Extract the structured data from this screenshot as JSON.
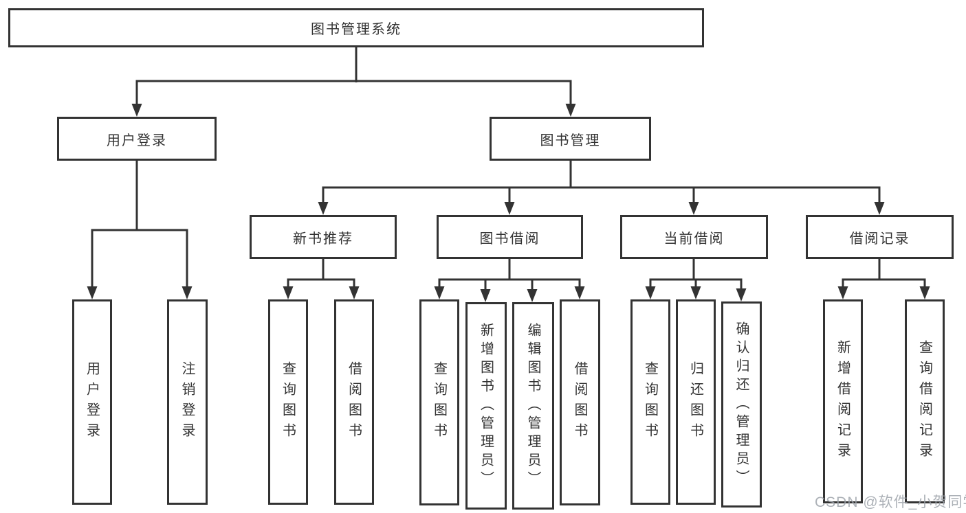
{
  "tree": {
    "root": "图书管理系统",
    "branches": [
      {
        "label": "用户登录",
        "children": [
          "用户登录",
          "注销登录"
        ]
      },
      {
        "label": "图书管理",
        "children": [
          {
            "label": "新书推荐",
            "children": [
              "查询图书",
              "借阅图书"
            ]
          },
          {
            "label": "图书借阅",
            "children": [
              "查询图书",
              "新增图书（管理员）",
              "编辑图书（管理员）",
              "借阅图书"
            ]
          },
          {
            "label": "当前借阅",
            "children": [
              "查询图书",
              "归还图书",
              "确认归还（管理员）"
            ]
          },
          {
            "label": "借阅记录",
            "children": [
              "新增借阅记录",
              "查询借阅记录"
            ]
          }
        ]
      }
    ]
  },
  "colors": {
    "line": "#333333",
    "text": "#333333",
    "background": "#ffffff",
    "watermark": "#9ea3aa"
  },
  "watermark": "CSDN @软件_小贺同学"
}
